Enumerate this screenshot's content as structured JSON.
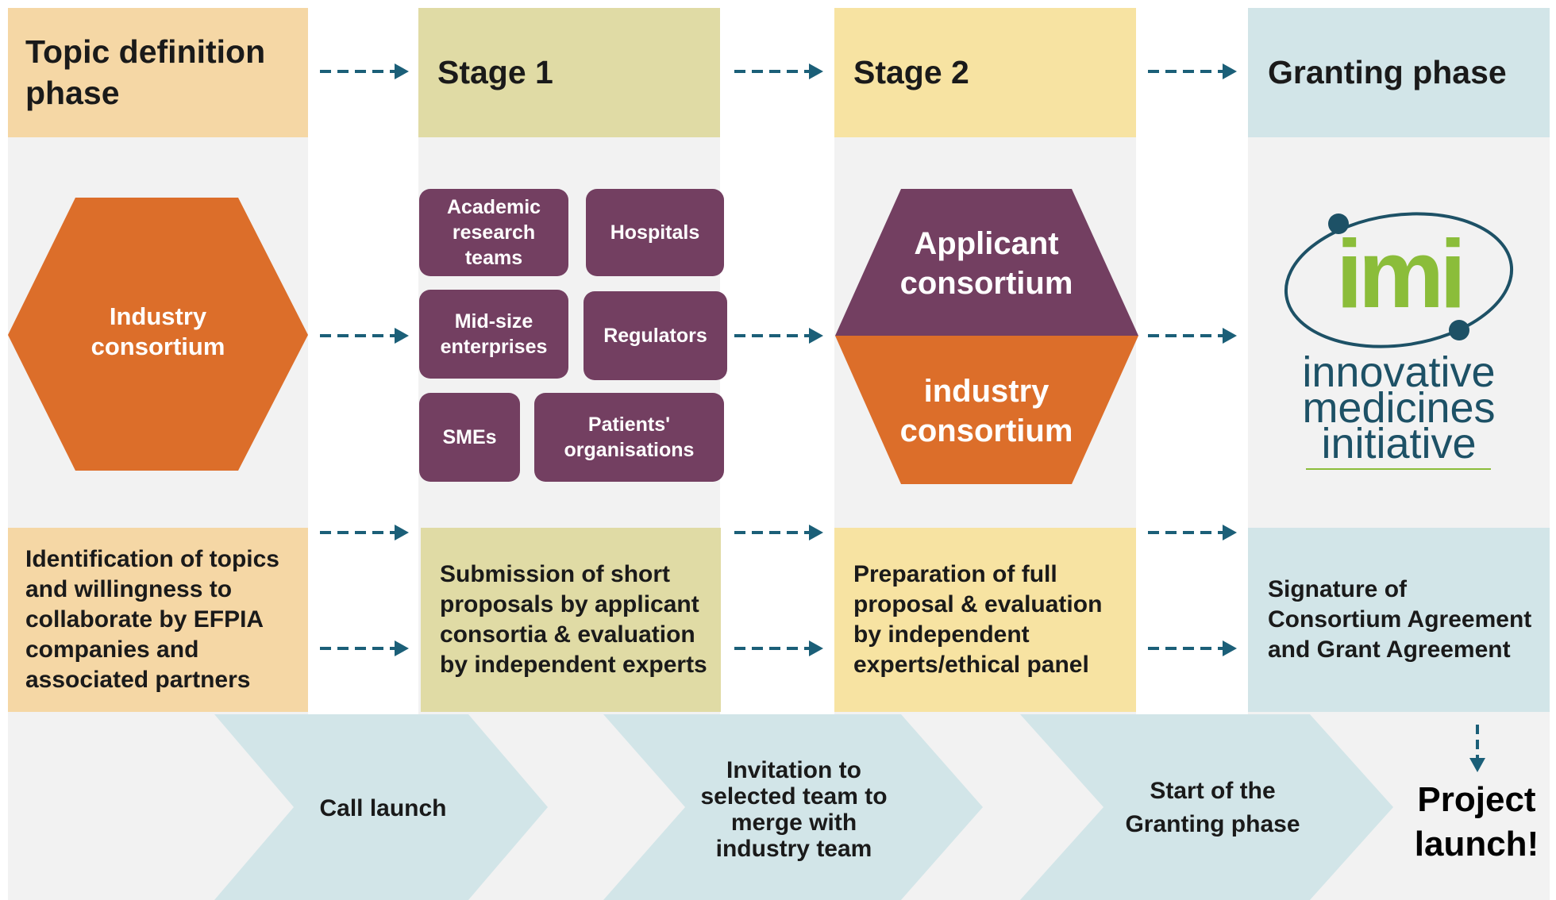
{
  "phases": [
    {
      "header": "Topic definition phase",
      "description": "Identification of topics and willingness to collaborate by EFPIA companies and associated partners"
    },
    {
      "header": "Stage 1",
      "description": "Submission of short proposals by applicant consortia & evaluation by independent experts"
    },
    {
      "header": "Stage 2",
      "description": "Preparation of full proposal & evaluation by independent experts/ethical panel"
    },
    {
      "header": "Granting phase",
      "description": "Signature of Consortium Agreement and Grant Agreement"
    }
  ],
  "industry_hexagon": {
    "label": "Industry consortium"
  },
  "stage1_groups": [
    "Academic research teams",
    "Hospitals",
    "Mid-size enterprises",
    "Regulators",
    "SMEs",
    "Patients' organisations"
  ],
  "stage2_hexagon": {
    "top": "Applicant consortium",
    "bottom": "industry consortium"
  },
  "logo": {
    "mark": "imi",
    "line1": "innovative",
    "line2": "medicines",
    "line3": "initiative"
  },
  "milestones": [
    "Call launch",
    "Invitation to selected team to merge with industry team",
    "Start of the Granting phase",
    "Project launch!"
  ],
  "colors": {
    "topic": "#f5d7a5",
    "stage1": "#e0dba5",
    "stage2": "#f7e3a2",
    "granting": "#d2e5e8",
    "pill": "#733f61",
    "hex_orange": "#dc6e2a",
    "arrow": "#1b5f78",
    "chevron": "#d2e5e8",
    "logo_green": "#8bbd3a",
    "logo_blue": "#1d5166"
  }
}
